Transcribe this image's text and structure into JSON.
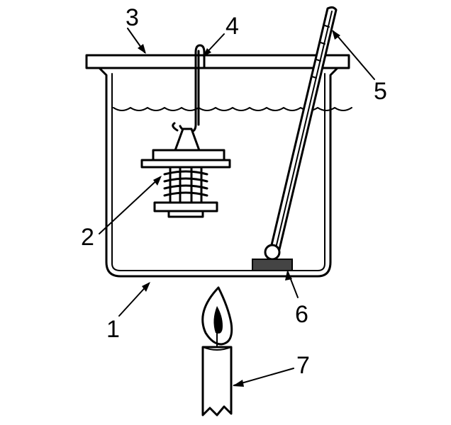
{
  "diagram": {
    "callouts": [
      {
        "id": "beaker",
        "label": "1"
      },
      {
        "id": "thermostat",
        "label": "2"
      },
      {
        "id": "lid",
        "label": "3"
      },
      {
        "id": "wire-hook",
        "label": "4"
      },
      {
        "id": "thermometer",
        "label": "5"
      },
      {
        "id": "insulating-pad",
        "label": "6"
      },
      {
        "id": "heat-source",
        "label": "7"
      }
    ],
    "colors": {
      "ink": "#000000",
      "paper": "#ffffff",
      "pad": "#444444"
    }
  }
}
